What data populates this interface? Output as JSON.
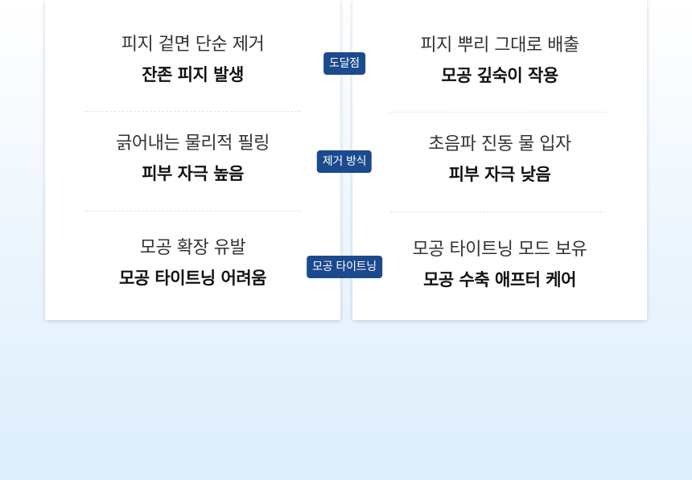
{
  "comparison": {
    "left_card": {
      "rows": [
        {
          "line1": "피지 겉면 단순 제거",
          "line2": "잔존 피지 발생"
        },
        {
          "line1": "긁어내는 물리적 필링",
          "line2": "피부 자극 높음"
        },
        {
          "line1": "모공 확장 유발",
          "line2": "모공 타이트닝 어려움"
        }
      ]
    },
    "categories": [
      "도달점",
      "제거 방식",
      "모공 타이트닝"
    ],
    "right_card": {
      "rows": [
        {
          "line1": "피지 뿌리 그대로 배출",
          "line2": "모공 깊숙이 작용"
        },
        {
          "line1": "초음파 진동 물 입자",
          "line2": "피부 자극 낮음"
        },
        {
          "line1": "모공 타이트닝 모드 보유",
          "line2": "모공 수축 애프터 케어"
        }
      ]
    }
  }
}
